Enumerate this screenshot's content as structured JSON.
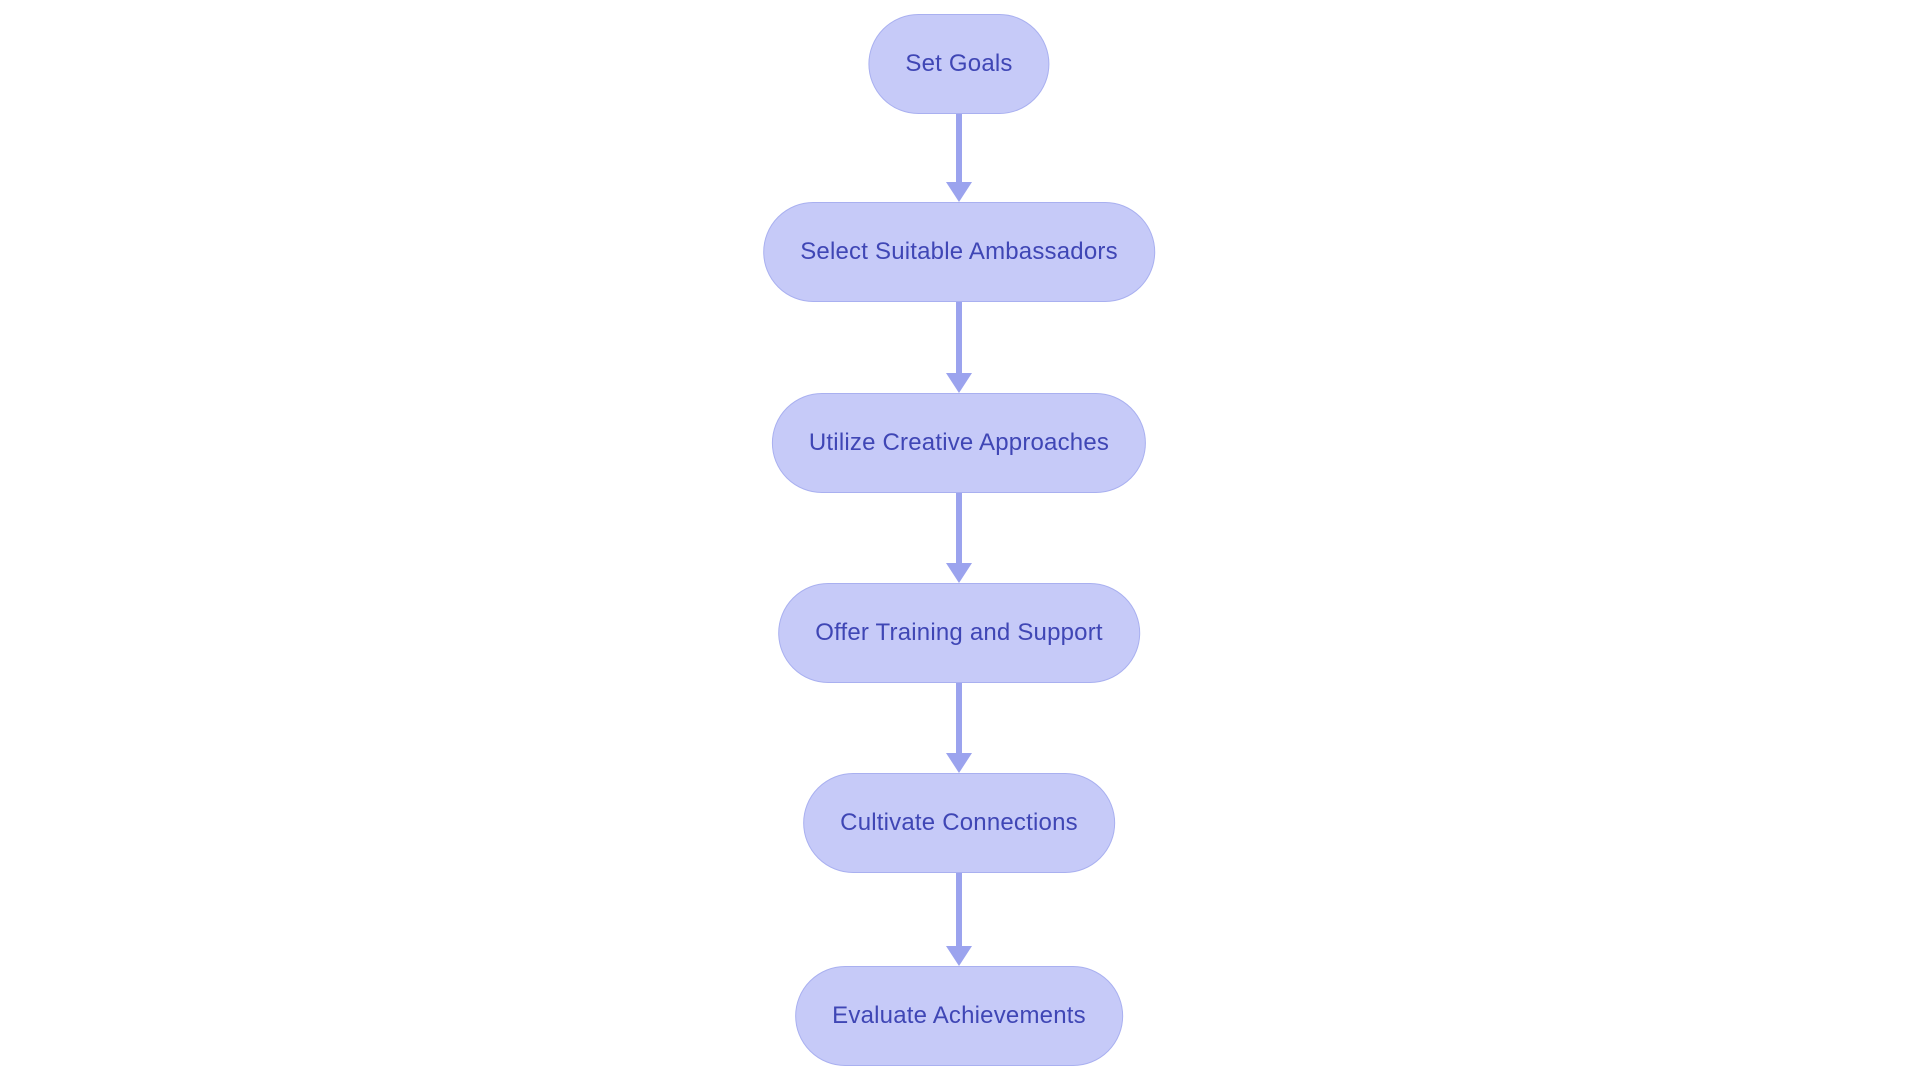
{
  "flowchart": {
    "type": "flowchart",
    "direction": "top-down",
    "background": "#ffffff",
    "nodes": [
      {
        "id": "set-goals",
        "label": "Set Goals"
      },
      {
        "id": "select-suitable-ambassadors",
        "label": "Select Suitable Ambassadors"
      },
      {
        "id": "utilize-creative-approaches",
        "label": "Utilize Creative Approaches"
      },
      {
        "id": "offer-training-and-support",
        "label": "Offer Training and Support"
      },
      {
        "id": "cultivate-connections",
        "label": "Cultivate Connections"
      },
      {
        "id": "evaluate-achievements",
        "label": "Evaluate Achievements"
      }
    ],
    "edges": [
      {
        "from": "set-goals",
        "to": "select-suitable-ambassadors"
      },
      {
        "from": "select-suitable-ambassadors",
        "to": "utilize-creative-approaches"
      },
      {
        "from": "utilize-creative-approaches",
        "to": "offer-training-and-support"
      },
      {
        "from": "offer-training-and-support",
        "to": "cultivate-connections"
      },
      {
        "from": "cultivate-connections",
        "to": "evaluate-achievements"
      }
    ],
    "colors": {
      "node_fill": "#c6caf8",
      "node_border": "#a9b0f0",
      "node_text": "#3f46b5",
      "arrow": "#9ba3ee"
    }
  }
}
